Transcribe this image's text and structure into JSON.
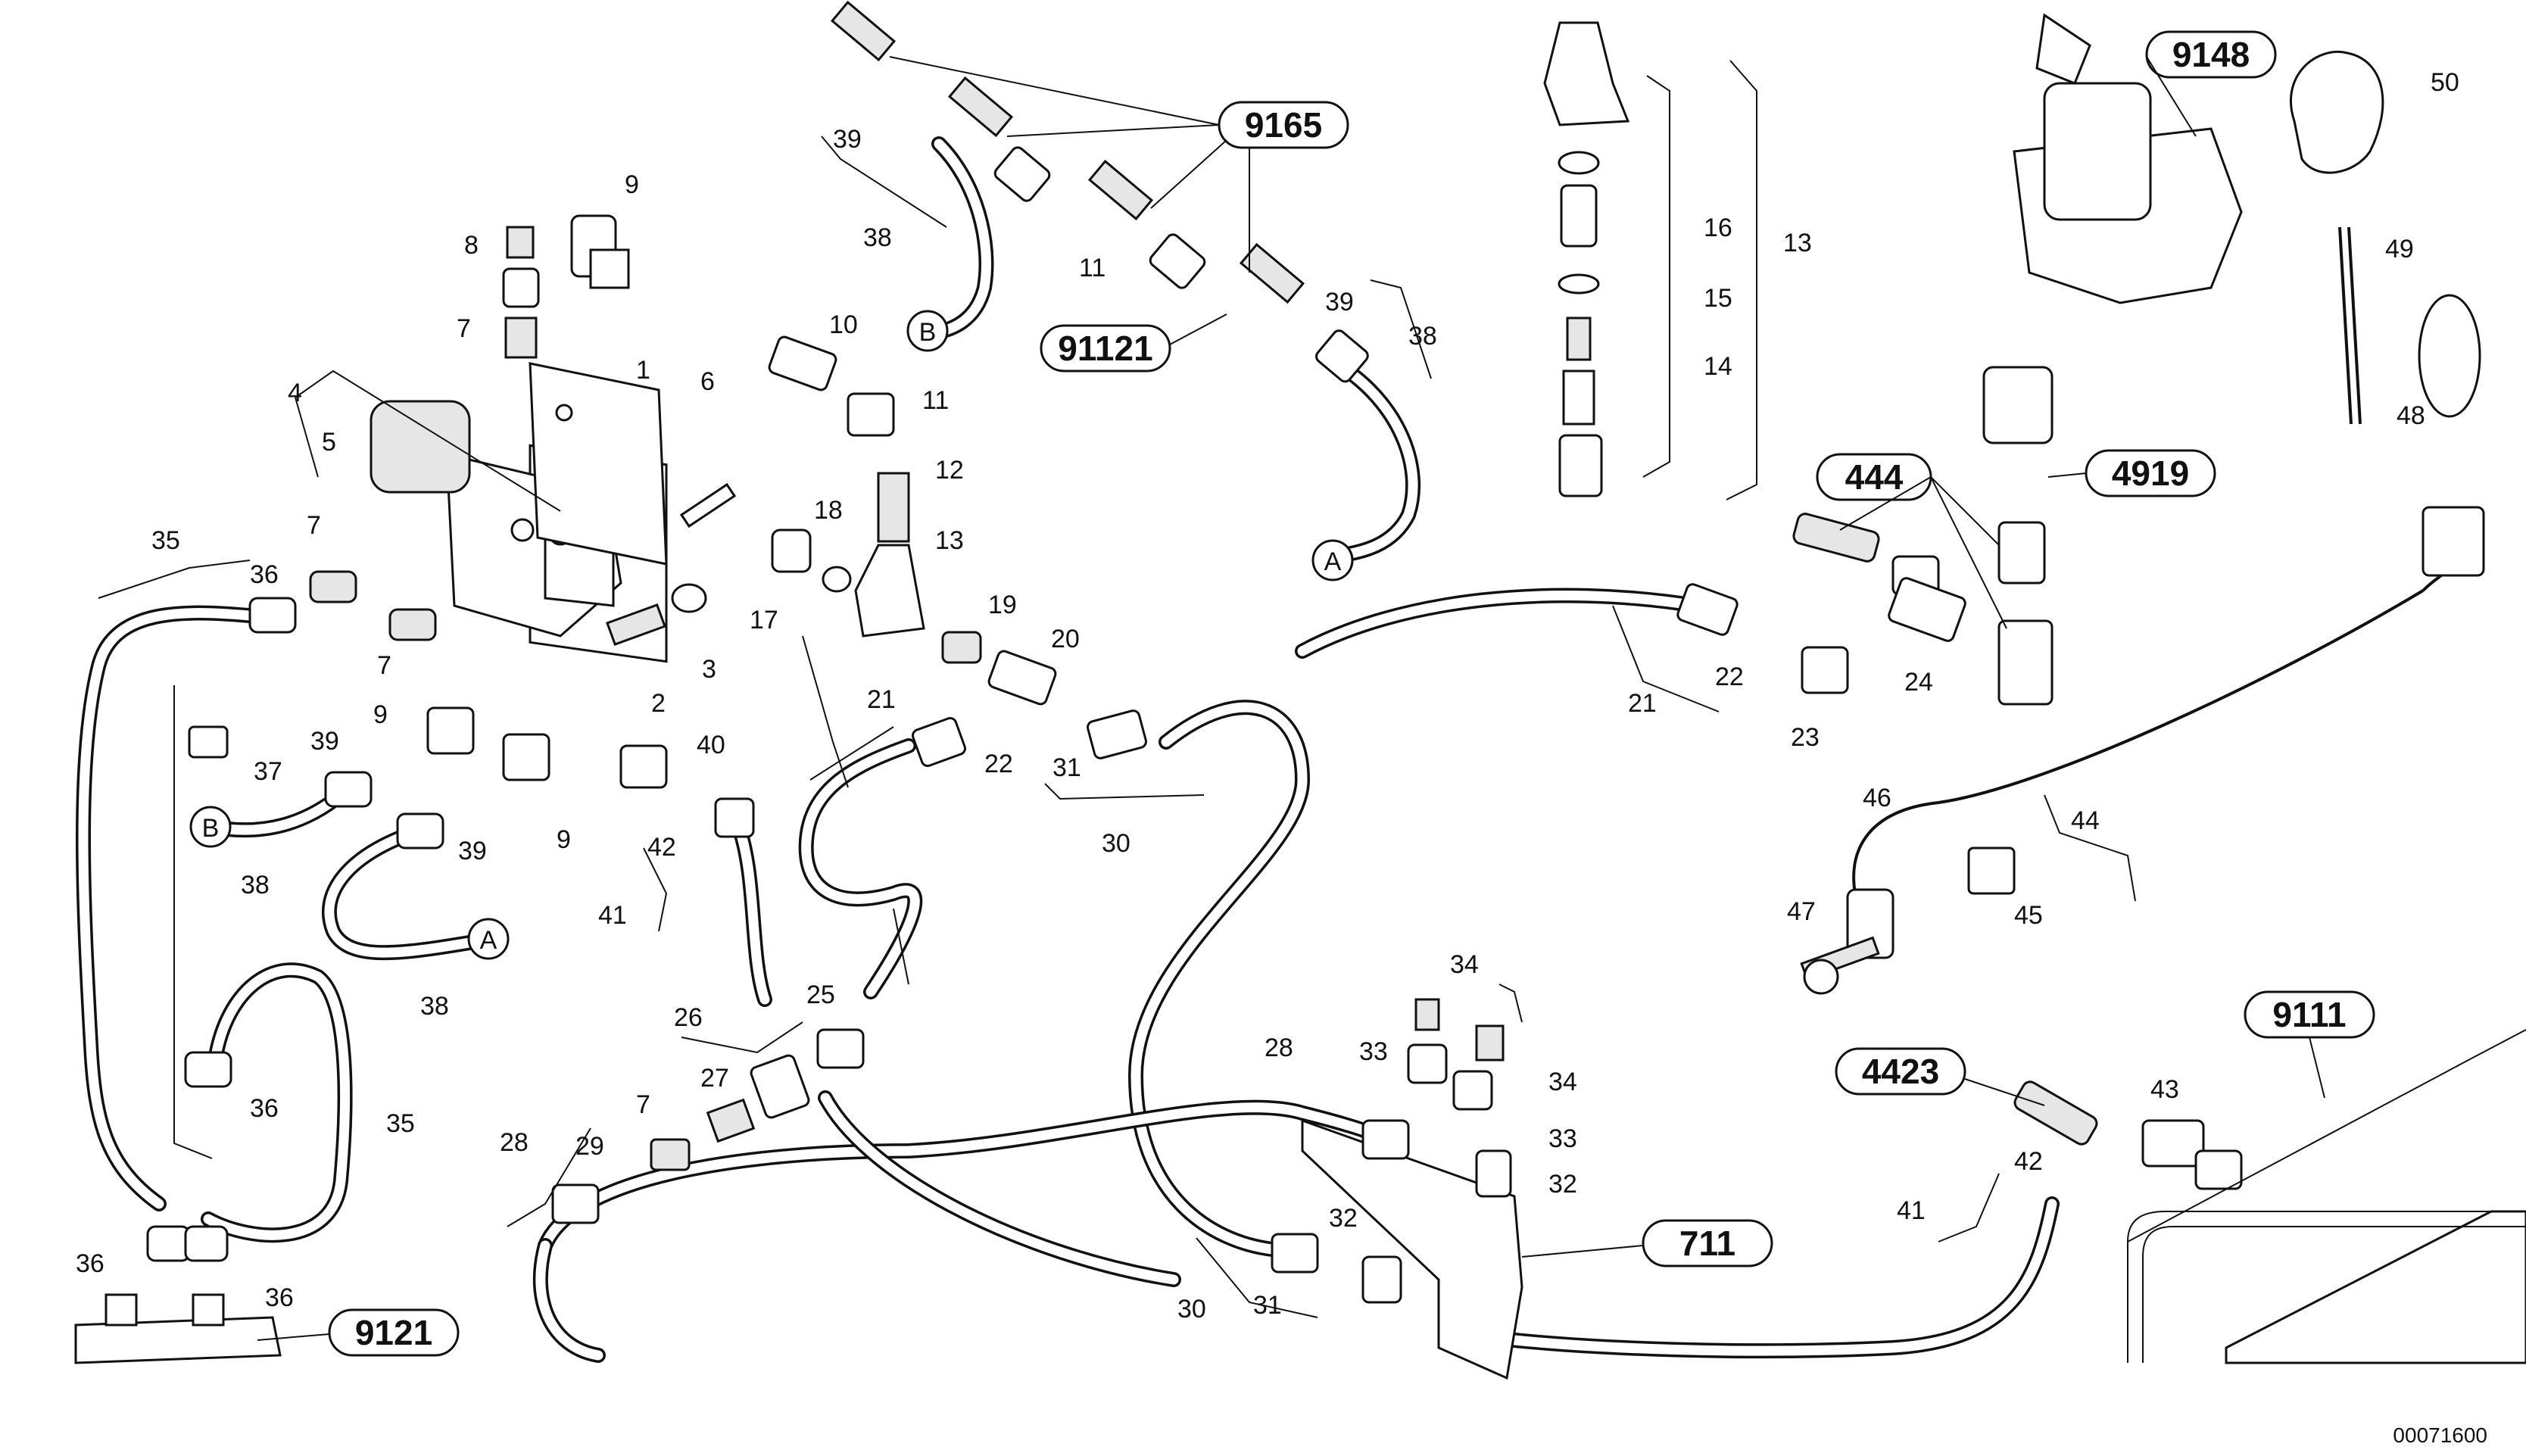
{
  "document_id": "00071600",
  "reference_labels": [
    "9165",
    "91121",
    "9148",
    "444",
    "4919",
    "4423",
    "9111",
    "711",
    "9121"
  ],
  "connector_labels": [
    "A",
    "B"
  ],
  "part_numbers": [
    "1",
    "2",
    "3",
    "4",
    "5",
    "6",
    "7",
    "8",
    "9",
    "10",
    "11",
    "12",
    "13",
    "14",
    "15",
    "16",
    "17",
    "18",
    "19",
    "20",
    "21",
    "22",
    "23",
    "24",
    "25",
    "26",
    "27",
    "28",
    "29",
    "30",
    "31",
    "32",
    "33",
    "34",
    "35",
    "36",
    "37",
    "38",
    "39",
    "40",
    "41",
    "42",
    "43",
    "44",
    "45",
    "46",
    "47",
    "48",
    "49",
    "50"
  ]
}
